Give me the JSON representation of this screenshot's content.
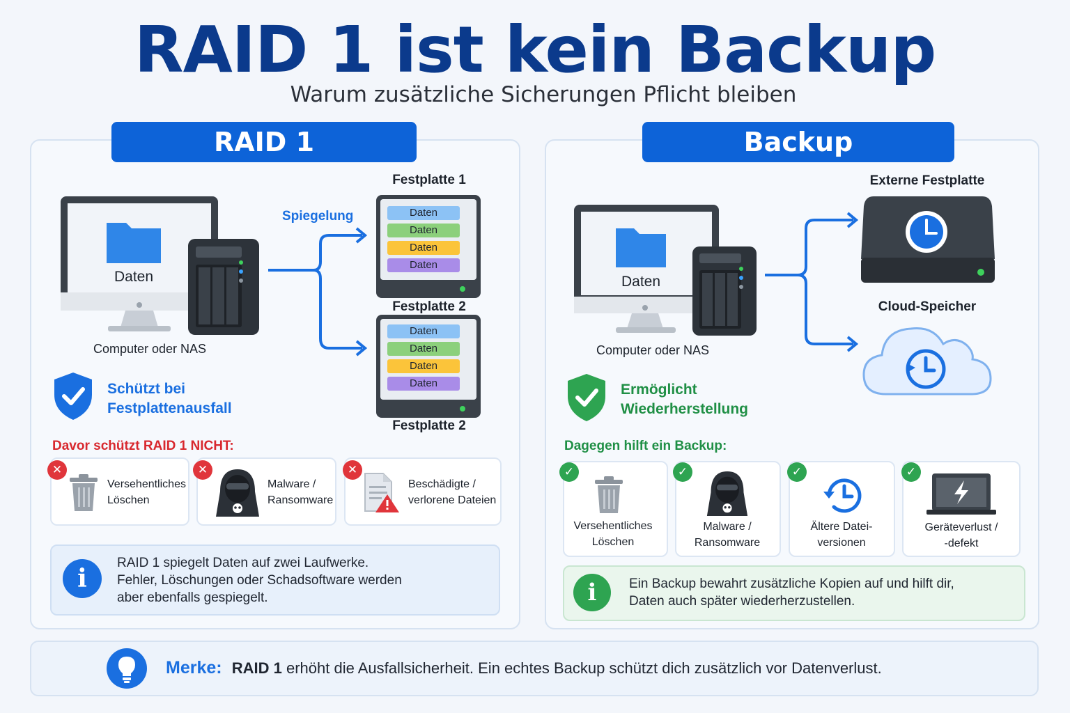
{
  "title": "RAID 1 ist kein Backup",
  "subtitle": "Warum zusätzliche Sicherungen Pflicht bleiben",
  "left": {
    "title": "RAID 1",
    "screen_label": "Daten",
    "device_label": "Computer oder NAS",
    "arrow_label": "Spiegelung",
    "disk1_label": "Festplatte 1",
    "disk2_label_mid": "Festplatte 2",
    "disk2_label_bottom": "Festplatte 2",
    "disk_rows": [
      "Daten",
      "Daten",
      "Daten",
      "Daten"
    ],
    "shield_line1": "Schützt bei",
    "shield_line2": "Festplattenausfall",
    "not_protect_header": "Davor schützt RAID 1 NICHT:",
    "cards": [
      {
        "line1": "Versehentliches",
        "line2": "Löschen"
      },
      {
        "line1": "Malware /",
        "line2": "Ransomware"
      },
      {
        "line1": "Beschädigte /",
        "line2": "verlorene Dateien"
      }
    ],
    "info_lines": [
      "RAID 1 spiegelt Daten auf zwei Laufwerke.",
      "Fehler, Löschungen oder Schadsoftware werden",
      "aber ebenfalls gespiegelt."
    ]
  },
  "right": {
    "title": "Backup",
    "screen_label": "Daten",
    "device_label": "Computer oder NAS",
    "target1_label": "Externe Festplatte",
    "target2_label": "Cloud-Speicher",
    "shield_line1": "Ermöglicht",
    "shield_line2": "Wiederherstellung",
    "helps_header": "Dagegen hilft ein Backup:",
    "cards": [
      {
        "line1": "Versehentliches",
        "line2": "Löschen"
      },
      {
        "line1": "Malware /",
        "line2": "Ransomware"
      },
      {
        "line1": "Ältere Datei-",
        "line2": "versionen"
      },
      {
        "line1": "Geräteverlust /",
        "line2": "-defekt"
      }
    ],
    "info_lines": [
      "Ein Backup bewahrt zusätzliche Kopien auf und hilft dir,",
      "Daten auch später wiederherzustellen."
    ]
  },
  "footer": {
    "lead": "Merke:",
    "bold": "RAID 1",
    "rest": "erhöht die Ausfallsicherheit. Ein echtes Backup schützt dich zusätzlich vor Datenverlust."
  },
  "colors": {
    "brand": "#0d63d8",
    "title": "#0b3a8c",
    "danger": "#e0353b",
    "success": "#2ea451",
    "bar_blue": "#8cc2f5",
    "bar_green": "#8cd07c",
    "bar_yellow": "#fbc43a",
    "bar_purple": "#a98ce8"
  }
}
